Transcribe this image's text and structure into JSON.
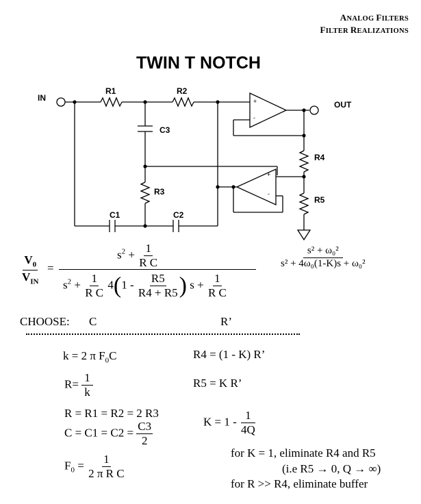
{
  "header": {
    "line1": "Analog Filters",
    "line2": "Filter Realizations"
  },
  "title": "TWIN T NOTCH",
  "schematic": {
    "in_label": "IN",
    "out_label": "OUT",
    "r1": "R1",
    "r2": "R2",
    "r3": "R3",
    "r4": "R4",
    "r5": "R5",
    "c1": "C1",
    "c2": "C2",
    "c3": "C3",
    "plus": "+",
    "minus": "-"
  },
  "transfer": {
    "lhs_num": "V",
    "lhs_num_sub": "0",
    "lhs_den": "V",
    "lhs_den_sub": "IN",
    "equals": "=",
    "num_s": "s",
    "num_plus": "+",
    "one": "1",
    "rc": "R C",
    "den_s": "s",
    "den_plus": "+",
    "four": "4",
    "one_minus": "1 -",
    "r5": "R5",
    "r4r5": "R4 + R5",
    "s_plus": "s +",
    "alt_num": "s² + ω₀²",
    "alt_den": "s² + 4ω₀(1-K)s + ω₀²"
  },
  "choose": {
    "label": "CHOOSE:",
    "c": "C",
    "r": "R’"
  },
  "formulas": {
    "k_eq": "k = 2 π F",
    "k_sub": "0",
    "k_tail": "C",
    "r_eq": "R=",
    "r_num": "1",
    "r_den": "k",
    "r_chain": "R =  R1 = R2 = 2 R3",
    "c_eq": "C =  C1 = C2 =",
    "c_num": "C3",
    "c_den": "2",
    "f0": "F",
    "f0_sub": "0",
    "f0_eq": "=",
    "f0_num": "1",
    "f0_den": "2 π R C",
    "r4_eq": "R4 = (1 - K) R’",
    "r5_eq": "R5 = K R’",
    "kk_eq": "K =  1 -",
    "kk_num": "1",
    "kk_den": "4Q",
    "note1": "for K = 1, eliminate R4 and R5",
    "note2": "(i.e R5 → 0, Q → ∞)",
    "note3": "for R >> R4, eliminate buffer"
  }
}
